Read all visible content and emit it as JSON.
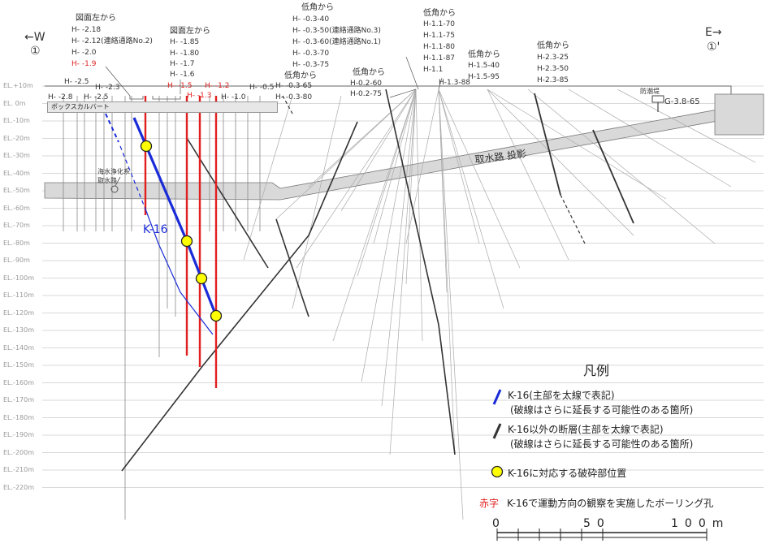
{
  "direction": {
    "west": "←W",
    "west_mark": "①",
    "east": "E→",
    "east_mark": "①'"
  },
  "elevation_labels": [
    "EL.+10m",
    "EL. 0m",
    "EL.-10m",
    "EL.-20m",
    "EL.-30m",
    "EL.-40m",
    "EL.-50m",
    "EL.-60m",
    "EL.-70m",
    "EL.-80m",
    "EL.-90m",
    "EL.-100m",
    "EL.-110m",
    "EL.-120m",
    "EL.-130m",
    "EL.-140m",
    "EL.-150m",
    "EL.-160m",
    "EL.-170m",
    "EL.-180m",
    "EL.-190m",
    "EL.-200m",
    "EL.-210m",
    "EL.-220m"
  ],
  "annotations": {
    "group1_title": "図面左から",
    "group1_lines": [
      "H- -2.18",
      "H- -2.12(連絡通路No.2)",
      "H- -2.0"
    ],
    "group1_red": "H- -1.9",
    "group2_title": "図面左から",
    "group2_lines": [
      "H- -1.85",
      "H- -1.80",
      "H- -1.7",
      "H- -1.6"
    ],
    "group3_title": "低角から",
    "group3_lines": [
      "H- -0.3-40",
      "H- -0.3-50(連絡通路No.3)",
      "H- -0.3-60(連絡通路No.1)",
      "H- -0.3-70",
      "H- -0.3-75"
    ],
    "group4_title": "低角から",
    "group4_lines": [
      "H-0.2-60",
      "H-0.2-75"
    ],
    "group5_title": "低角から",
    "group5_lines": [
      "H- -0.3-65",
      "H- -0.3-80"
    ],
    "group6_title": "低角から",
    "group6_lines": [
      "H-1.1-70",
      "H-1.1-75",
      "H-1.1-80",
      "H-1.1-87",
      "H-1.1"
    ],
    "group7_title": "低角から",
    "group7_lines": [
      "H-1.5-40",
      "H-1.5-95"
    ],
    "group8_title": "低角から",
    "group8_lines": [
      "H-2.3-25",
      "H-2.3-50",
      "H-2.3-85"
    ],
    "h13_88": "H-1.3-88",
    "top_labels": [
      "H- -2.5",
      "H- -2.3",
      "H- -2.8",
      "H- -2.5",
      "H- -1.0",
      "H- -0.5"
    ],
    "top_red": [
      "H- -1.5",
      "H- -1.2",
      "H- -1.3"
    ],
    "g38": "G-3.8-65",
    "bouhatei": "防潮堤",
    "box_culvert": "ボックスカルバート",
    "intake": "海水浄化系取水路",
    "intake_channel": "取水路 投影",
    "fault_label": "K-16"
  },
  "legend": {
    "title": "凡例",
    "k16_line1": "K-16(主部を太線で表記)",
    "k16_line2": "(破線はさらに延長する可能性のある箇所)",
    "other_line1": "K-16以外の断層(主部を太線で表記)",
    "other_line2": "(破線はさらに延長する可能性のある箇所)",
    "crush": "K-16に対応する破砕部位置",
    "red_word": "赤字",
    "red_desc": "K-16で運動方向の観察を実施したボーリング孔"
  },
  "scale": {
    "labels": [
      "0",
      "50",
      "100m"
    ]
  },
  "colors": {
    "k16": "#1a2bd8",
    "other": "#333333",
    "red_hole": "#e02020",
    "crush": "#ffff00",
    "grid": "#cccccc"
  }
}
